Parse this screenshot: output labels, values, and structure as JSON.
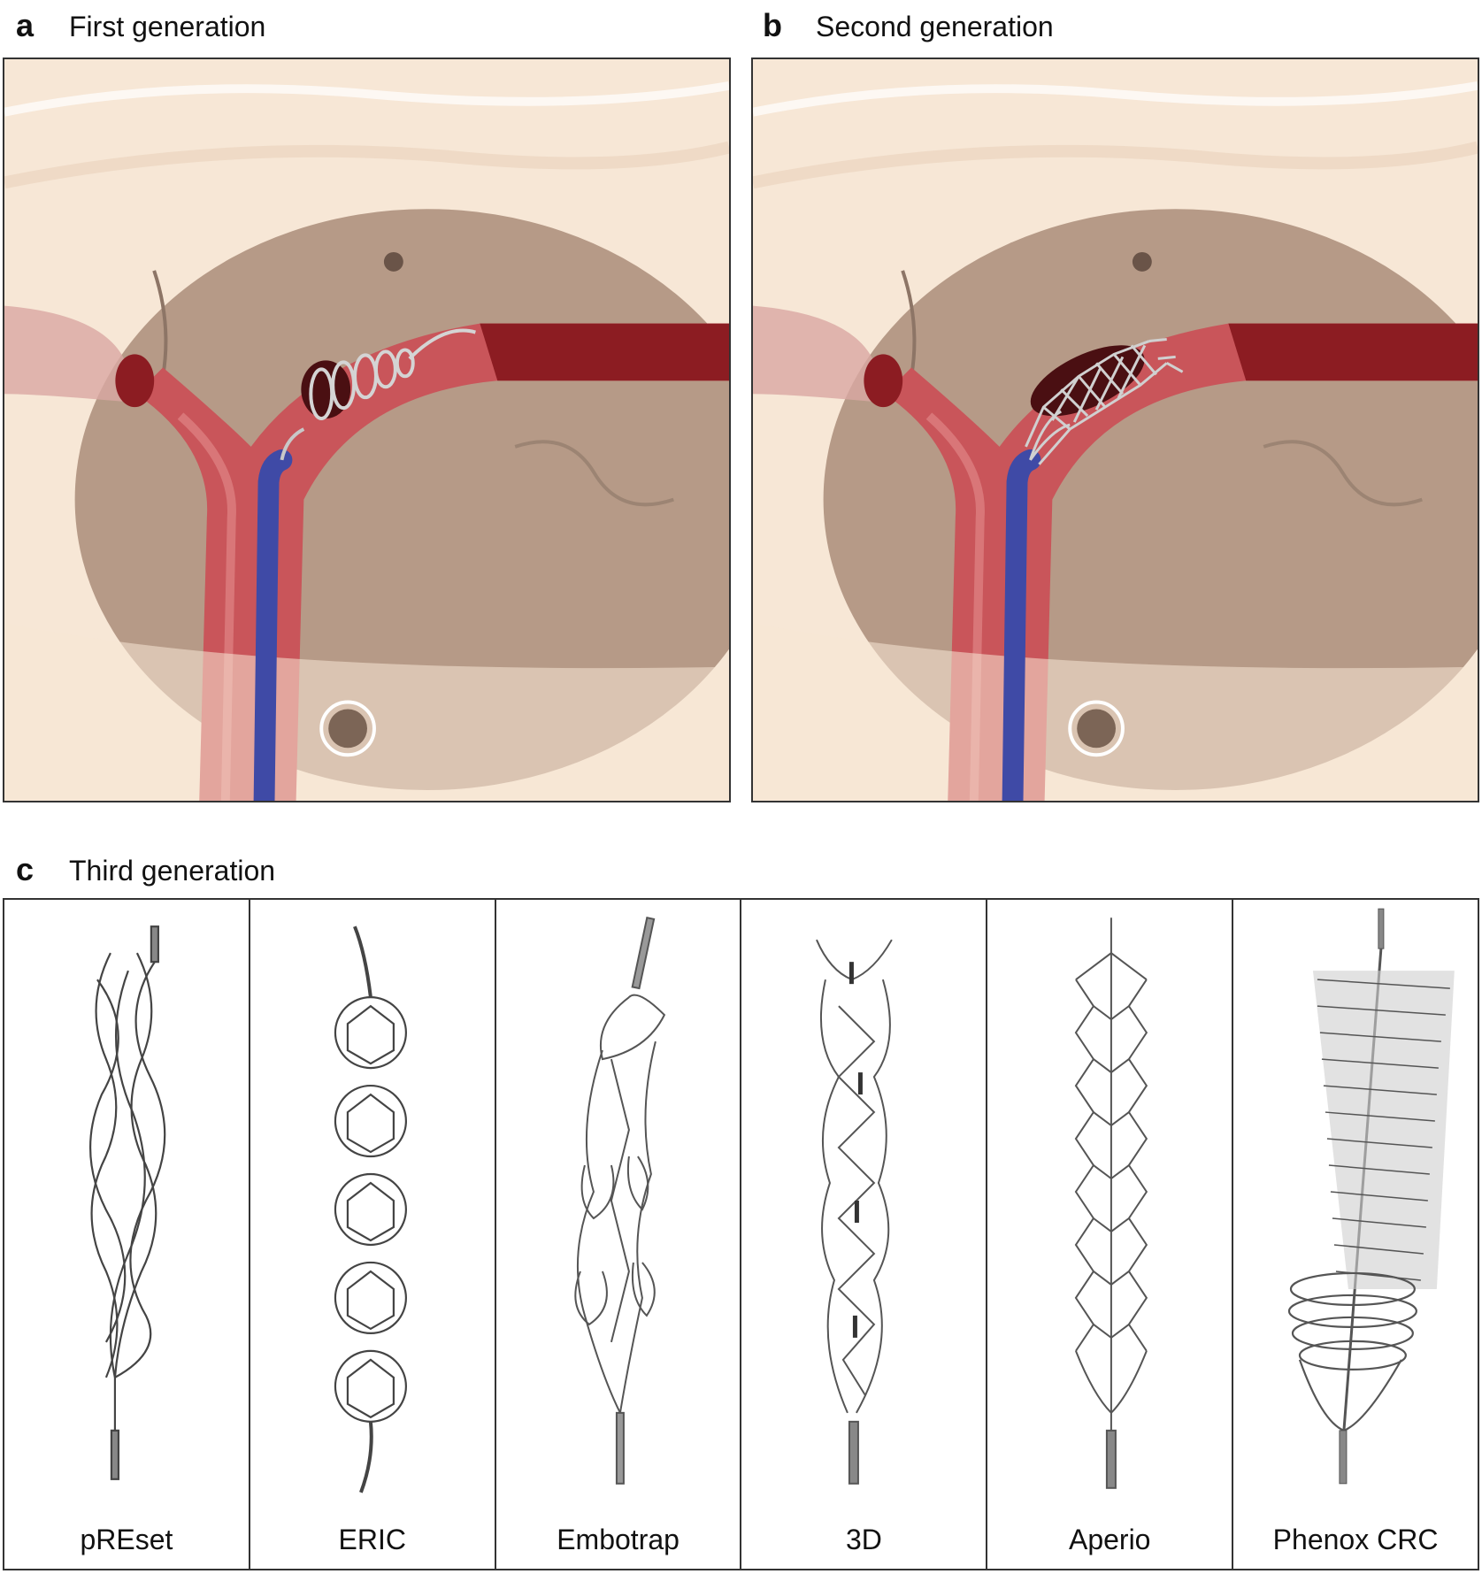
{
  "panels": {
    "a": {
      "letter": "a",
      "title": "First generation"
    },
    "b": {
      "letter": "b",
      "title": "Second generation"
    },
    "c": {
      "letter": "c",
      "title": "Third generation"
    }
  },
  "colors": {
    "skin": "#f7e7d6",
    "brain": "#b69a87",
    "vessel": "#c9555a",
    "vessel_dark": "#8c1c22",
    "catheter": "#3f4aa6",
    "clot": "#4a0f12"
  },
  "devices": [
    {
      "name": "pREset",
      "icon": "stent-retriever-icon"
    },
    {
      "name": "ERIC",
      "icon": "spherical-cage-retriever-icon"
    },
    {
      "name": "Embotrap",
      "icon": "dual-layer-retriever-icon"
    },
    {
      "name": "3D",
      "icon": "chamber-retriever-icon"
    },
    {
      "name": "Aperio",
      "icon": "open-cell-retriever-icon"
    },
    {
      "name": "Phenox CRC",
      "icon": "brush-retriever-icon"
    }
  ]
}
